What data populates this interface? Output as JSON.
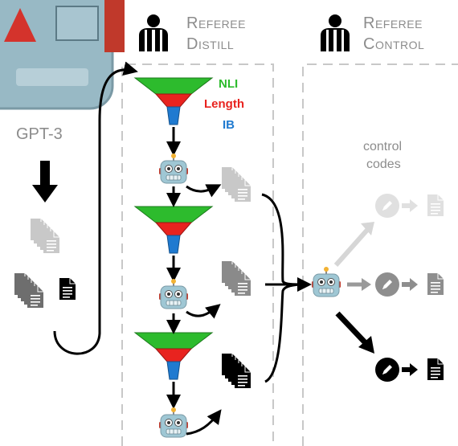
{
  "source_model": {
    "label": "GPT-3"
  },
  "referee_distill": {
    "line1": "Referee",
    "line2": "Distill"
  },
  "referee_control": {
    "line1": "Referee",
    "line2": "Control"
  },
  "filters": {
    "nli": "NLI",
    "length": "Length",
    "ib": "IB",
    "colors": {
      "nli": "#2dbb2d",
      "length": "#e8231f",
      "ib": "#1f7ad0"
    }
  },
  "control_codes": {
    "line1": "control",
    "line2": "codes"
  },
  "icons": [
    "referee-icon",
    "robot-icon",
    "funnel-icon",
    "document-stack-icon",
    "pencil-icon",
    "document-icon",
    "arrow-icon"
  ]
}
